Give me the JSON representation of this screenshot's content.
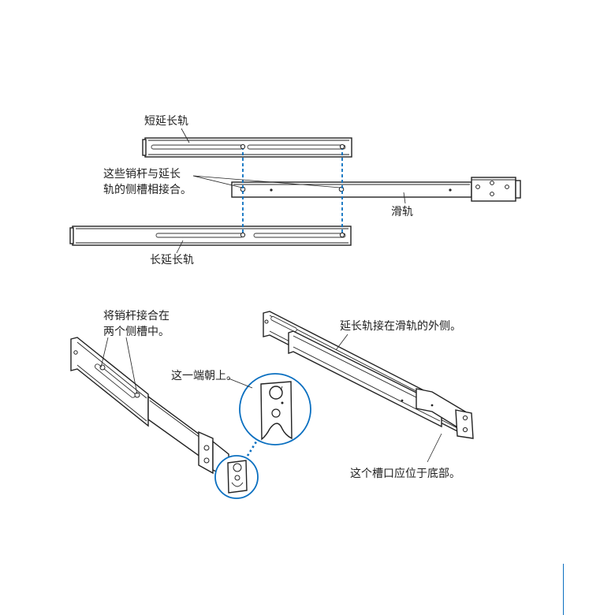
{
  "labels": {
    "short_extension_rail": "短延长轨",
    "pins_engage_line1": "这些销杆与延长",
    "pins_engage_line2": "轨的侧槽相接合。",
    "slide_rail": "滑轨",
    "long_extension_rail": "长延长轨",
    "engage_pins_line1": "将销杆接合在",
    "engage_pins_line2": "两个侧槽中。",
    "outside_slide": "延长轨接在滑轨的外侧。",
    "this_end_up": "这一端朝上。",
    "notch_bottom": "这个槽口应位于底部。"
  },
  "colors": {
    "accent": "#0a6fc0",
    "line": "#222222",
    "background": "#ffffff"
  }
}
